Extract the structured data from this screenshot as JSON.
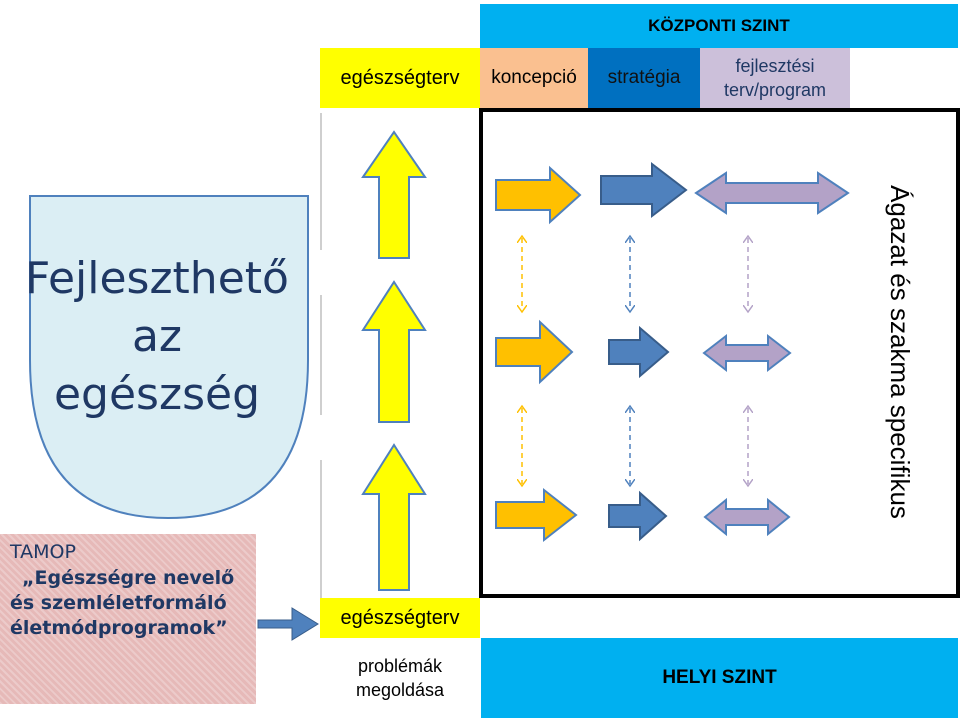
{
  "header": {
    "central_level": "KÖZPONTI  SZINT",
    "health_plan_top": "egészségterv",
    "concept": "koncepció",
    "strategy": "stratégia",
    "dev_plan_line1": "fejlesztési",
    "dev_plan_line2": "terv/program"
  },
  "leaf": {
    "line1": "Fejleszthető",
    "line2": "az egészség"
  },
  "tamop": {
    "line1": "TAMOP",
    "line2": "„Egészségre nevelő",
    "line3": "és szemléletformáló",
    "line4": "életmódprogramok”"
  },
  "bottom": {
    "health_plan": "egészségterv",
    "problems_line1": "problémák",
    "problems_line2": "megoldása",
    "local_level": "HELYI SZINT"
  },
  "side_label": "Ágazat és szakma specifikus",
  "colors": {
    "yellow": "#ffff00",
    "orange": "#ffc000",
    "orange_light": "#fac090",
    "blue": "#4f81bd",
    "blue_dark": "#0070c0",
    "sky": "#00b0f0",
    "lavender": "#ccc0da",
    "purple": "#b3a2c7",
    "leaf_fill": "#dbeef4",
    "tamop_fill": "#e6b9b8"
  }
}
